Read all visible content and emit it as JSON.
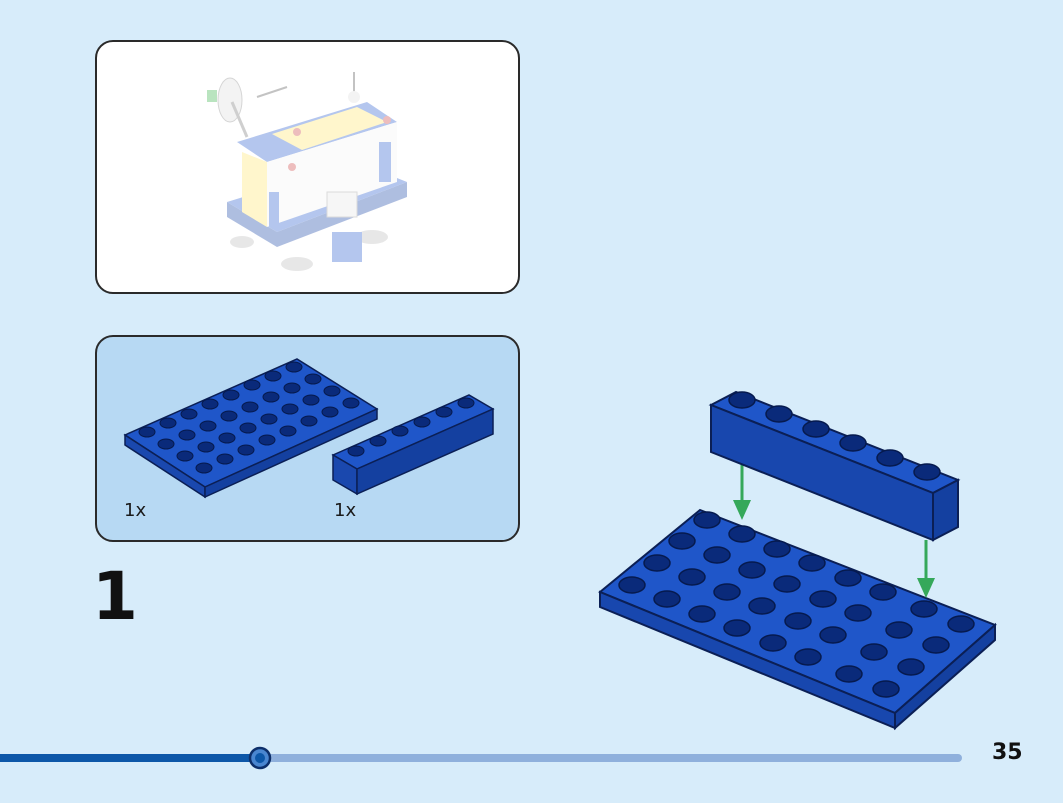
{
  "parts_list": {
    "items": [
      {
        "part": "blue-plate-4x8-icon",
        "quantity": "1x"
      },
      {
        "part": "blue-brick-1x6-icon",
        "quantity": "1x"
      }
    ]
  },
  "step": {
    "number": "1"
  },
  "page": {
    "number": "35"
  },
  "progress": {
    "fraction": 0.27
  },
  "colors": {
    "background": "#d7ecfa",
    "brick_blue": "#1f56c9",
    "arrow_green": "#35a85a",
    "progress_filled": "#0d57a8",
    "progress_track": "#8fb0dc"
  }
}
